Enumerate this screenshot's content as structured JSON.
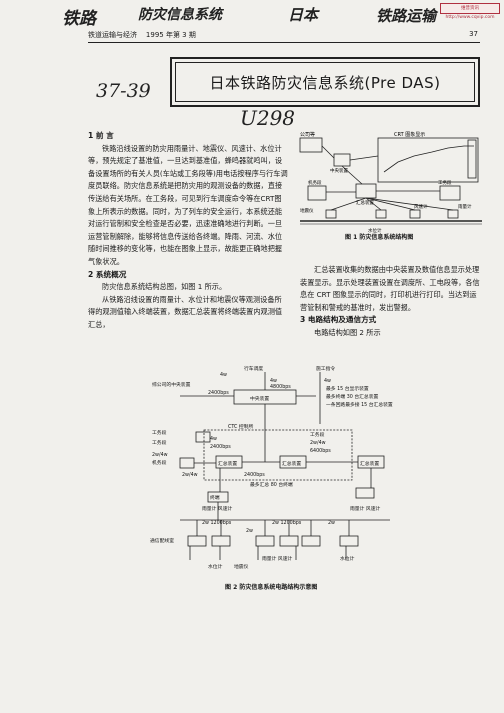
{
  "handwriting": {
    "top_1": "铁路",
    "top_2": "防灾信息系统",
    "top_3": "日本",
    "top_4": "铁路运输",
    "class_code": "37-39",
    "call_number": "U298"
  },
  "stamp": "维普资讯 http://www.cqvip.com",
  "header": {
    "journal": "铁道运输与经济",
    "issue": "1995 年第 3 期",
    "page": "37"
  },
  "title": "日本铁路防灾信息系统(Pre DAS)",
  "left_column": {
    "section1_heading": "1  前  言",
    "section1_body": "铁路沿线设置的防灾用雨量计、地震仪、风速计、水位计等，预先规定了基准值，一旦达到基准值，蜂鸣器就鸣叫，设备设置场所的有关人员(车站或工务段等)用电话按程序与行车调度员联络。防灾信息系统是把防灾用的观测设备的数据，直接传送给有关场所。在工务段，可见到行车调度命令等在CRT图象上所表示的数据。同时，为了列车的安全运行，本系统还能对运行管制和安全检查是否必要，迅速准确地进行判断。一旦运营管制解除，能够将信息传送给各终端。降雨、河流、水位随时间推移的变化等，也能在图象上显示，故能更正确地把握气象状况。",
    "section2_heading": "2  系统概况",
    "section2_body": "防灾信息系统结构总图，如图 1 所示。",
    "section2_body2": "从铁路沿线设置的雨量计、水位计和地震仪等观测设备所得的观测值输入终端装置，数据汇总装置将终端装置内观测值汇总，"
  },
  "right_column": {
    "body": "汇总装置收集的数据由中央装置及数值信息显示处理装置显示。显示处理装置设置在调度所、工电段等，各信息在 CRT 图象显示的同时，打印机进行打印。当达到运营管制和警戒的基准时，发出警报。",
    "section3_heading": "3  电路结构及通信方式",
    "section3_body": "电路结构如图 2 所示"
  },
  "figure1": {
    "caption": "图 1    防灾信息系统结构图",
    "labels": {
      "company": "公司等",
      "crt": "CRT 图象显示",
      "central": "中央装置",
      "dispatch": "机务段",
      "collector": "汇总装置",
      "works": "工务段",
      "seismometer": "地震仪",
      "anemometer": "风速计",
      "water_gauge": "水位计",
      "rain_gauge": "雨量计"
    }
  },
  "figure2": {
    "caption": "图 2    防灾信息系统电路结构示意图",
    "labels": {
      "train_dispatch": "行车调度",
      "company_central": "综公司的中央装置",
      "central": "中央装置",
      "works_cmd": "施工指令",
      "max15": "最多 15 台显示装置",
      "max30": "最多终端 30 台汇总装置",
      "one_loop": "一条回路最多接 15 台汇总装置",
      "works_dept": "工务段",
      "works_dept2": "工务段",
      "works_dept3": "工务段",
      "dispatch": "机务段",
      "ctc": "CTC 控制所",
      "collector1": "汇总装置",
      "collector2": "汇总装置",
      "collector3": "汇总装置",
      "max_terminals": "最多汇总 80 台终端",
      "terminal": "终端",
      "rain_anemo": "雨量计 风速计",
      "rain_anemo2": "雨量计 风速计",
      "rain_anemo3": "雨量计 风速计",
      "electric_room": "通信配线室",
      "water": "水位计",
      "water2": "水位计",
      "seismo": "地震仪",
      "w4a": "4w",
      "w4b": "4w",
      "w4c": "4w",
      "w4d": "4w",
      "w2a": "2w/4w",
      "w2b": "2w/4w",
      "w2c": "2w/4w",
      "b2400a": "2400bps",
      "b2400b": "2400bps",
      "b2400c": "2400bps",
      "b4800": "4800bps",
      "b6400": "6400bps",
      "w2_1200a": "2w    1200bps",
      "w2_1200b": "2w    1200bps",
      "w2e": "2w",
      "w2f": "2w"
    }
  }
}
